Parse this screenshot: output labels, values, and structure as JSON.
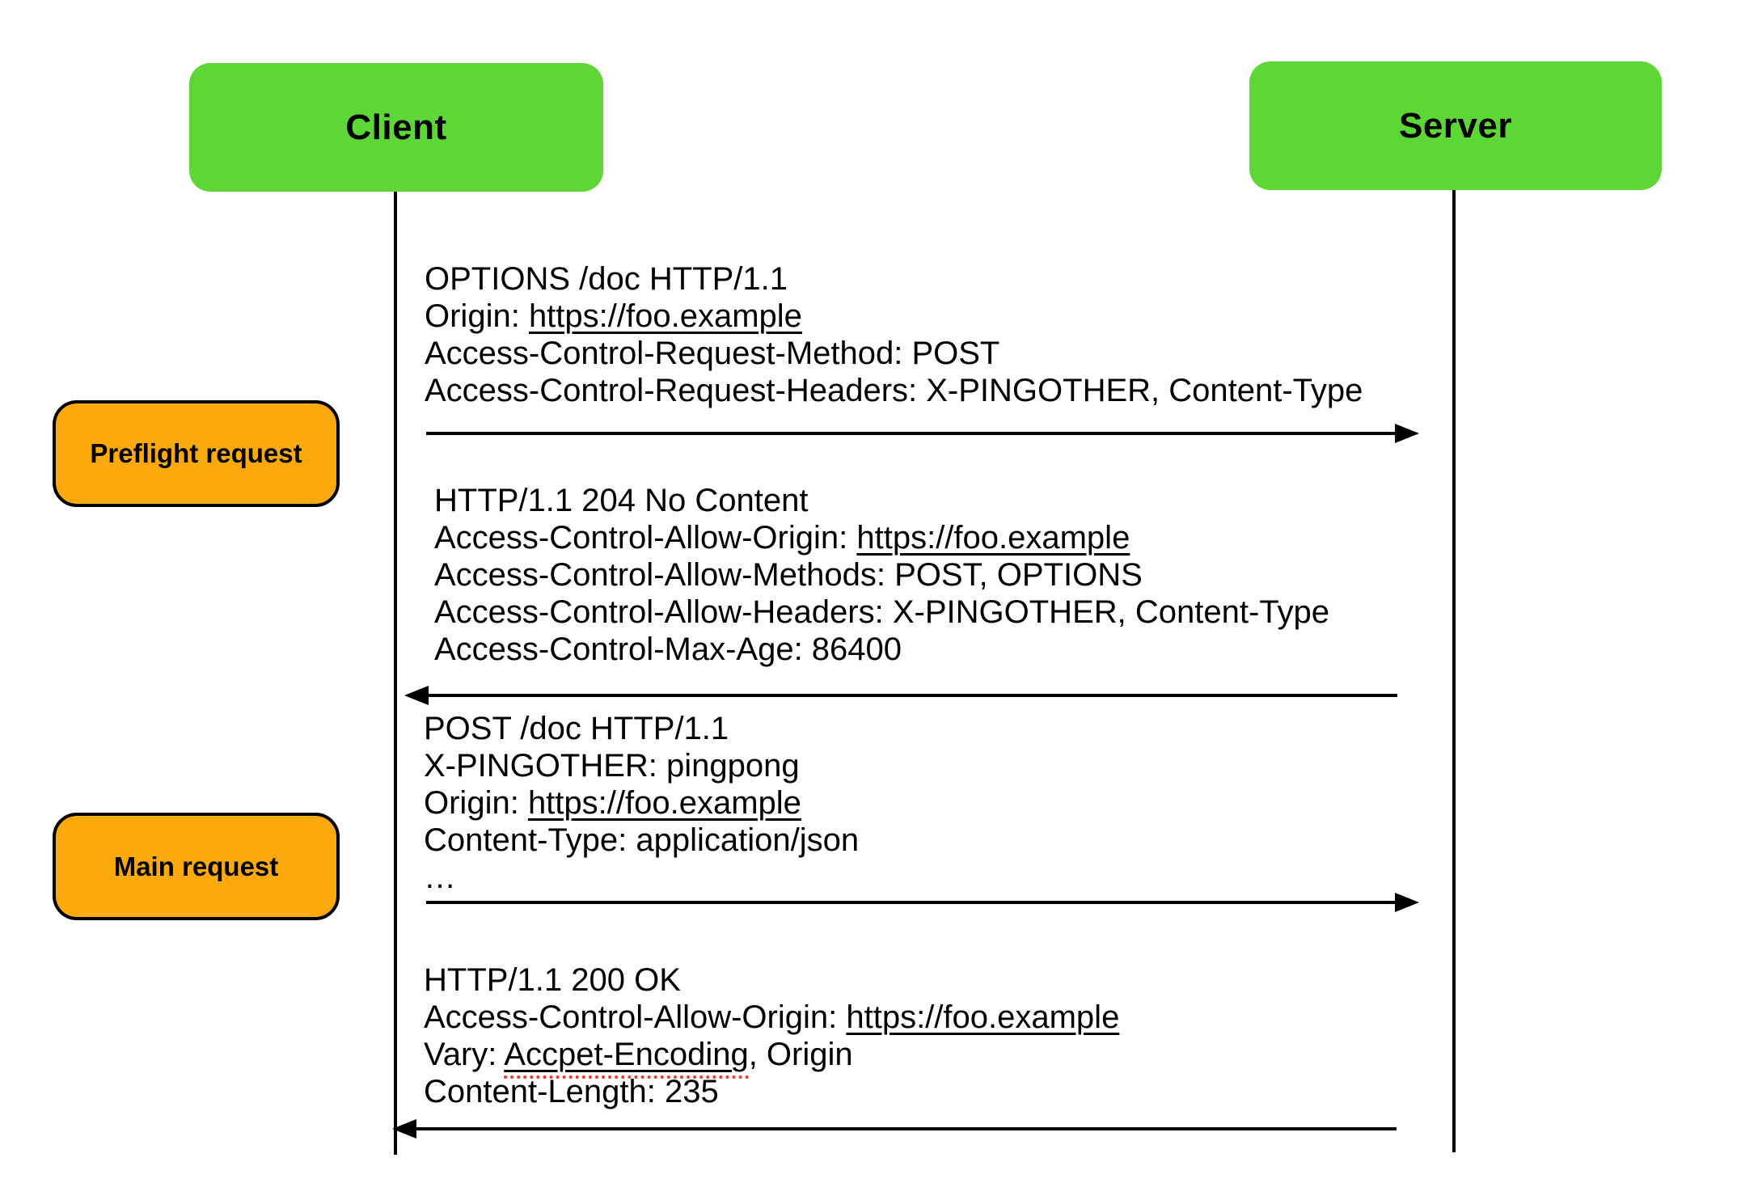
{
  "diagram": {
    "type": "sequence-diagram",
    "actors": [
      {
        "id": "client",
        "label": "Client"
      },
      {
        "id": "server",
        "label": "Server"
      }
    ],
    "phase_labels": [
      {
        "id": "preflight",
        "label": "Preflight request"
      },
      {
        "id": "main",
        "label": "Main request"
      }
    ],
    "colors": {
      "actor_fill": "#5CD735",
      "phase_fill": "#FCA90D",
      "line_color": "#000000",
      "text_color": "#000000",
      "spellcheck_red": "#ED3B31"
    },
    "messages": [
      {
        "name": "preflight-request",
        "from": "Client",
        "to": "Server",
        "direction": "right",
        "lines": [
          [
            {
              "t": "OPTIONS /doc HTTP/1.1"
            }
          ],
          [
            {
              "t": "Origin: "
            },
            {
              "t": "https://foo.example",
              "u": true
            }
          ],
          [
            {
              "t": "Access-Control-Request-Method: POST"
            }
          ],
          [
            {
              "t": "Access-Control-Request-Headers: X-PINGOTHER, Content-Type"
            }
          ]
        ]
      },
      {
        "name": "preflight-response",
        "from": "Server",
        "to": "Client",
        "direction": "left",
        "lines": [
          [
            {
              "t": "HTTP/1.1 204 No Content"
            }
          ],
          [
            {
              "t": "Access-Control-Allow-Origin: "
            },
            {
              "t": "https://foo.example",
              "u": true
            }
          ],
          [
            {
              "t": "Access-Control-Allow-Methods: POST, OPTIONS"
            }
          ],
          [
            {
              "t": "Access-Control-Allow-Headers: X-PINGOTHER, Content-Type"
            }
          ],
          [
            {
              "t": "Access-Control-Max-Age: 86400"
            }
          ]
        ]
      },
      {
        "name": "main-request",
        "from": "Client",
        "to": "Server",
        "direction": "right",
        "lines": [
          [
            {
              "t": "POST /doc HTTP/1.1"
            }
          ],
          [
            {
              "t": "X-PINGOTHER: pingpong"
            }
          ],
          [
            {
              "t": "Origin: "
            },
            {
              "t": "https://foo.example",
              "u": true
            }
          ],
          [
            {
              "t": "Content-Type: application/json"
            }
          ],
          [
            {
              "t": "…"
            }
          ]
        ]
      },
      {
        "name": "main-response",
        "from": "Server",
        "to": "Client",
        "direction": "left",
        "lines": [
          [
            {
              "t": "HTTP/1.1 200 OK"
            }
          ],
          [
            {
              "t": "Access-Control-Allow-Origin: "
            },
            {
              "t": "https://foo.example",
              "u": true
            }
          ],
          [
            {
              "t": "Vary: "
            },
            {
              "t": "Accpet-Encoding",
              "u": true,
              "sq": true
            },
            {
              "t": ", Origin"
            }
          ],
          [
            {
              "t": "Content-Length: 235"
            }
          ]
        ]
      }
    ]
  }
}
